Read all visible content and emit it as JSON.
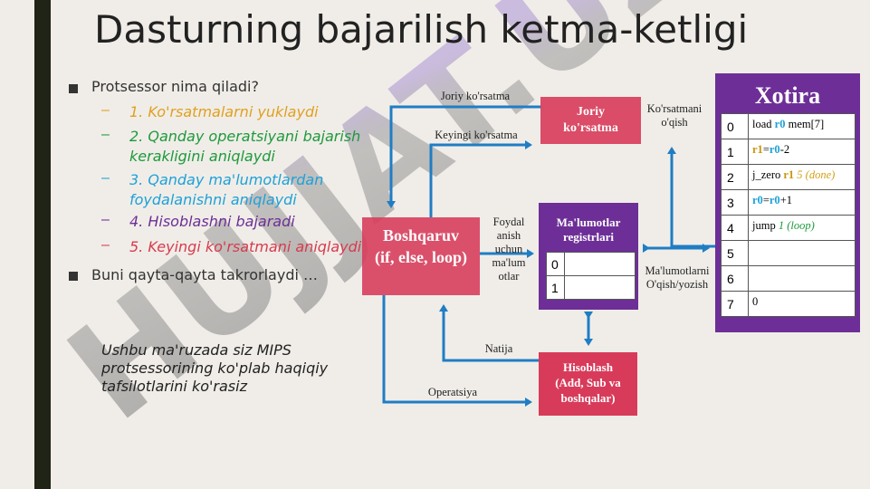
{
  "slide": {
    "title": "Dasturning bajarilish ketma-ketligi",
    "bullets": [
      {
        "text": "Protsessor nima qiladi?"
      },
      {
        "text": "Buni qayta-qayta takrorlaydi …"
      }
    ],
    "steps": [
      {
        "text": "1. Ko'rsatmalarni yuklaydi",
        "color": "#e0a020"
      },
      {
        "text": "2. Qanday operatsiyani bajarish kerakligini aniqlaydi",
        "color": "#1e9a3c"
      },
      {
        "text": "3. Qanday ma'lumotlardan foydalanishni aniqlaydi",
        "color": "#1ea1d8"
      },
      {
        "text": "4. Hisoblashni bajaradi",
        "color": "#6d2f97"
      },
      {
        "text": "5. Keyingi ko'rsatmani aniqlaydi",
        "color": "#d83b4e"
      }
    ],
    "dash": "–",
    "note": "Ushbu ma'ruzada siz MIPS protsessorining ko'plab haqiqiy tafsilotlarini ko'rasiz",
    "watermark": "HUJJAT.UZ"
  },
  "diagram": {
    "control_box": {
      "line1": "Boshqaruv",
      "line2": "(if, else, loop)",
      "color": "#d83b5a"
    },
    "current_instr_box": {
      "line1": "Joriy",
      "line2": "ko'rsatma",
      "color": "#d83b5a"
    },
    "registers_box": {
      "line1": "Ma'lumotlar",
      "line2": "registrlari",
      "color": "#6d2f97"
    },
    "compute_box": {
      "line1": "Hisoblash",
      "line2": "(Add, Sub va",
      "line3": "boshqalar)",
      "color": "#d83b5a"
    },
    "registers": [
      {
        "index": "0",
        "value": ""
      },
      {
        "index": "1",
        "value": ""
      }
    ],
    "labels": {
      "joriy": "Joriy ko'rsatma",
      "keyingi": "Keyingi ko'rsatma",
      "korsatmani_line1": "Ko'rsatmani",
      "korsatmani_line2": "o'qish",
      "foydal": [
        "Foydal",
        "anish",
        "uchun",
        "ma'lum",
        "otlar"
      ],
      "malumot_line1": "Ma'lumotlarni",
      "malumot_line2": "O'qish/yozish",
      "natija": "Natija",
      "operatsiya": "Operatsiya"
    },
    "memory": {
      "title": "Xotira",
      "color": "#6d2f97",
      "rows": [
        {
          "index": "0",
          "parts": [
            {
              "t": "load "
            },
            {
              "t": "r0",
              "c": "blue"
            },
            {
              "t": " mem[7]"
            }
          ]
        },
        {
          "index": "1",
          "parts": [
            {
              "t": "r1",
              "c": "gold"
            },
            {
              "t": "="
            },
            {
              "t": "r0",
              "c": "blue"
            },
            {
              "t": "-2"
            }
          ]
        },
        {
          "index": "2",
          "parts": [
            {
              "t": "j_zero "
            },
            {
              "t": "r1",
              "c": "gold"
            },
            {
              "t": " 5 (done)",
              "c": "ital"
            }
          ]
        },
        {
          "index": "3",
          "parts": [
            {
              "t": "r0",
              "c": "blue"
            },
            {
              "t": "="
            },
            {
              "t": "r0",
              "c": "blue"
            },
            {
              "t": "+1"
            }
          ]
        },
        {
          "index": "4",
          "parts": [
            {
              "t": "jump "
            },
            {
              "t": "1 (loop)",
              "c": "greeni"
            }
          ]
        },
        {
          "index": "5",
          "parts": []
        },
        {
          "index": "6",
          "parts": []
        },
        {
          "index": "7",
          "parts": [
            {
              "t": "0"
            }
          ]
        }
      ]
    },
    "arrow_color": "#1f7dc4"
  }
}
